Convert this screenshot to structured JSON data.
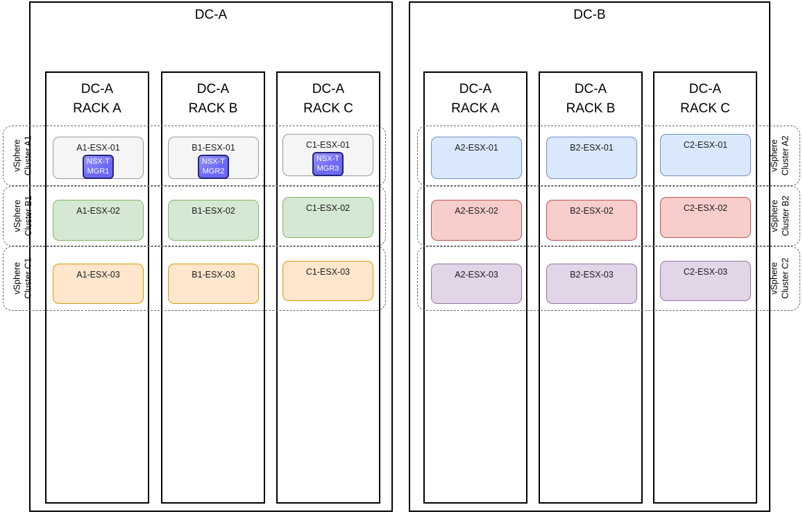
{
  "colors": {
    "gray": {
      "fill": "#f5f5f5",
      "stroke": "#999999"
    },
    "green": {
      "fill": "#d5e8d4",
      "stroke": "#82b366"
    },
    "orange": {
      "fill": "#ffe6cc",
      "stroke": "#d79b00"
    },
    "blue": {
      "fill": "#dae8fc",
      "stroke": "#6c8ebf"
    },
    "red": {
      "fill": "#f8cecc",
      "stroke": "#b85450"
    },
    "purple": {
      "fill": "#e1d5e7",
      "stroke": "#9673a6"
    },
    "nsxt_badge": {
      "fill": "#6c68f6",
      "stroke": "#23237a",
      "text": "#ffffff"
    }
  },
  "dc_a": {
    "title": "DC-A",
    "racks": [
      {
        "label": "DC-A\nRACK A"
      },
      {
        "label": "DC-A\nRACK B"
      },
      {
        "label": "DC-A\nRACK C"
      }
    ],
    "clusters": [
      {
        "label": "vSphere\nCluster A1",
        "color": "gray",
        "hosts": [
          {
            "name": "A1-ESX-01",
            "badge": "NSX-T\nMGR1"
          },
          {
            "name": "B1-ESX-01",
            "badge": "NSX-T\nMGR2"
          },
          {
            "name": "C1-ESX-01",
            "badge": "NSX-T\nMGR3"
          }
        ]
      },
      {
        "label": "vSphere\nCluster B1",
        "color": "green",
        "hosts": [
          {
            "name": "A1-ESX-02"
          },
          {
            "name": "B1-ESX-02"
          },
          {
            "name": "C1-ESX-02"
          }
        ]
      },
      {
        "label": "vSphere\nCluster C1",
        "color": "orange",
        "hosts": [
          {
            "name": "A1-ESX-03"
          },
          {
            "name": "B1-ESX-03"
          },
          {
            "name": "C1-ESX-03"
          }
        ]
      }
    ]
  },
  "dc_b": {
    "title": "DC-B",
    "racks": [
      {
        "label": "DC-A\nRACK A"
      },
      {
        "label": "DC-A\nRACK B"
      },
      {
        "label": "DC-A\nRACK C"
      }
    ],
    "clusters": [
      {
        "label": "vSphere\nCluster A2",
        "color": "blue",
        "hosts": [
          {
            "name": "A2-ESX-01"
          },
          {
            "name": "B2-ESX-01"
          },
          {
            "name": "C2-ESX-01"
          }
        ]
      },
      {
        "label": "vSphere\nCluster B2",
        "color": "red",
        "hosts": [
          {
            "name": "A2-ESX-02"
          },
          {
            "name": "B2-ESX-02"
          },
          {
            "name": "C2-ESX-02"
          }
        ]
      },
      {
        "label": "vSphere\nCluster C2",
        "color": "purple",
        "hosts": [
          {
            "name": "A2-ESX-03"
          },
          {
            "name": "B2-ESX-03"
          },
          {
            "name": "C2-ESX-03"
          }
        ]
      }
    ]
  }
}
